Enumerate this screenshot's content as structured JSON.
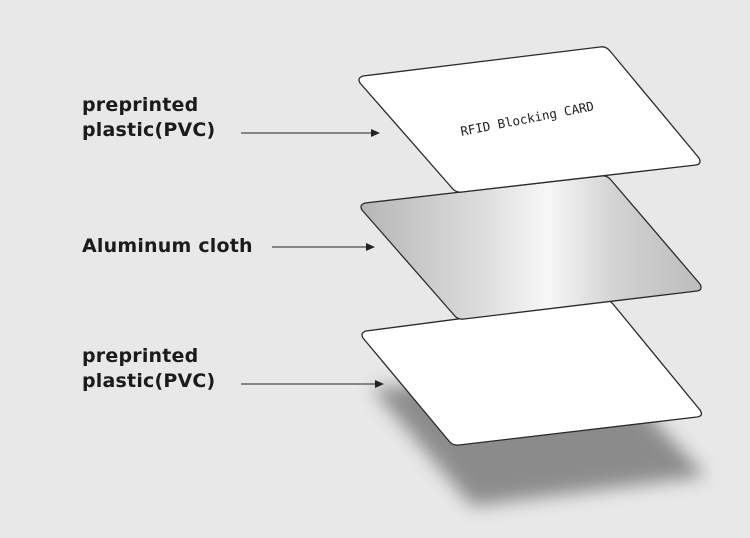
{
  "card_text": "RFID Blocking CARD",
  "layers": [
    {
      "id": "top",
      "label_lines": [
        "preprinted",
        "plastic(PVC)"
      ]
    },
    {
      "id": "middle",
      "label_lines": [
        "Aluminum cloth"
      ]
    },
    {
      "id": "bottom",
      "label_lines": [
        "preprinted",
        "plastic(PVC)"
      ]
    }
  ],
  "colors": {
    "background": "#e9e8e8",
    "pvc_card": "#ffffff",
    "aluminum_light": "#f4f4f4",
    "aluminum_dark": "#b4b4b4",
    "outline": "#2a2a2a",
    "label_text": "#1b1b1b"
  }
}
